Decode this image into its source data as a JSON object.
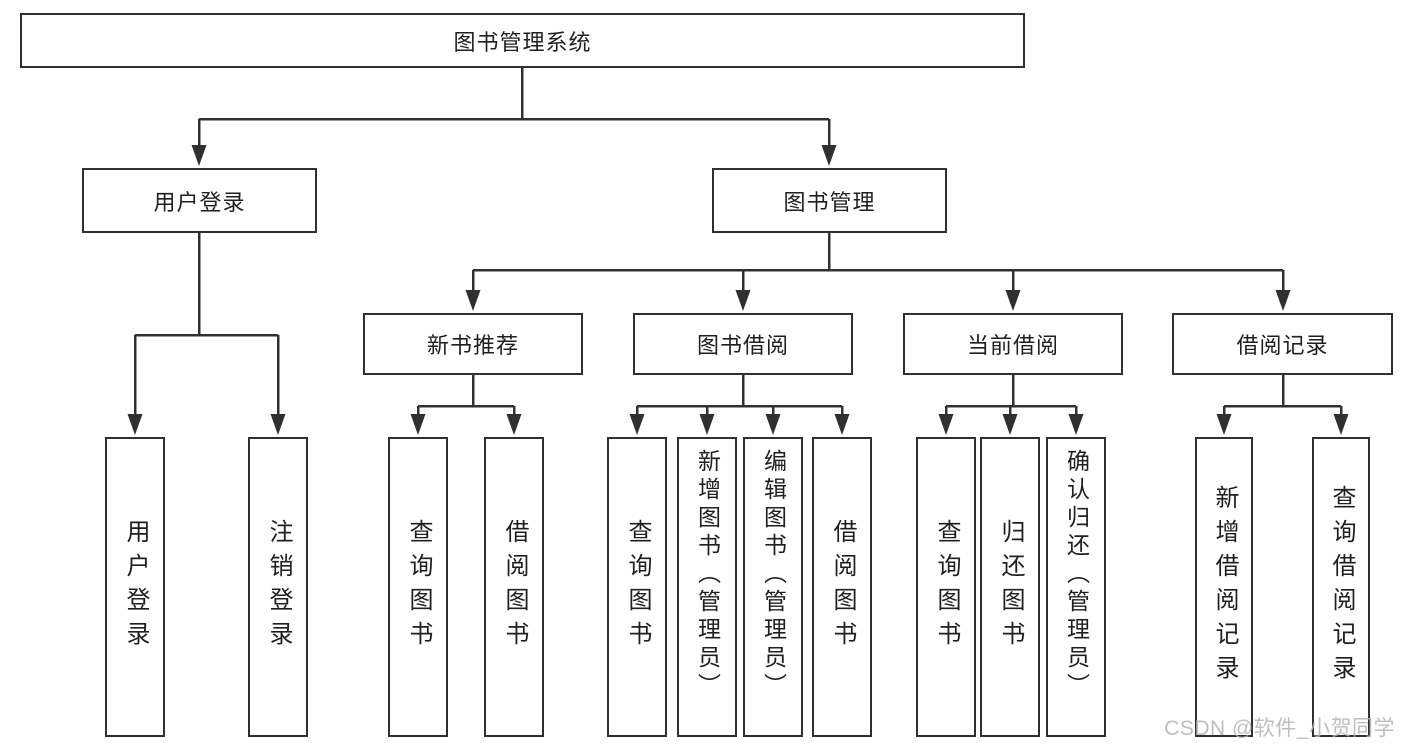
{
  "diagram": {
    "tree": {
      "label": "图书管理系统",
      "children": [
        {
          "label": "用户登录",
          "children": [
            {
              "label": "用户登录"
            },
            {
              "label": "注销登录"
            }
          ]
        },
        {
          "label": "图书管理",
          "children": [
            {
              "label": "新书推荐",
              "children": [
                {
                  "label": "查询图书"
                },
                {
                  "label": "借阅图书"
                }
              ]
            },
            {
              "label": "图书借阅",
              "children": [
                {
                  "label": "查询图书"
                },
                {
                  "label": "新增图书（管理员）"
                },
                {
                  "label": "编辑图书（管理员）"
                },
                {
                  "label": "借阅图书"
                }
              ]
            },
            {
              "label": "当前借阅",
              "children": [
                {
                  "label": "查询图书"
                },
                {
                  "label": "归还图书"
                },
                {
                  "label": "确认归还（管理员）"
                }
              ]
            },
            {
              "label": "借阅记录",
              "children": [
                {
                  "label": "新增借阅记录"
                },
                {
                  "label": "查询借阅记录"
                }
              ]
            }
          ]
        }
      ]
    },
    "colors": {
      "line": "#303030",
      "text": "#1f1f1f",
      "background": "#ffffff",
      "watermark": "#b3b3b3"
    },
    "watermark": "CSDN @软件_小贺同学"
  }
}
